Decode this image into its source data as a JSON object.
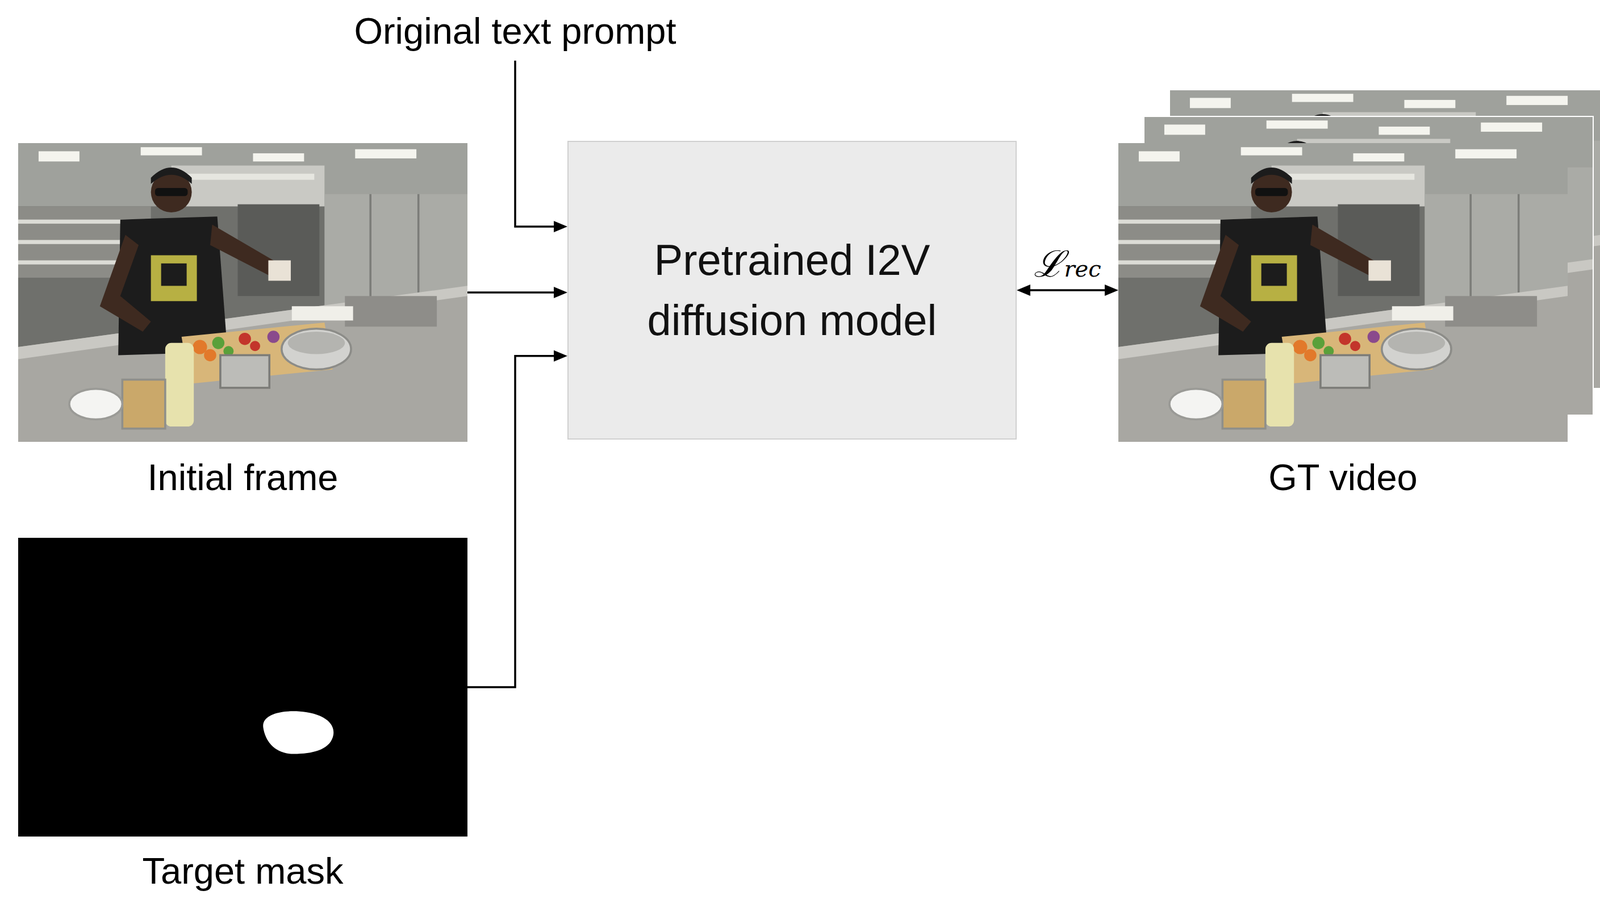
{
  "diagram": {
    "nodes": [
      {
        "text": [
          "Original text prompt"
        ]
      },
      {
        "text": [
          "Initial frame"
        ]
      },
      {
        "text": [
          "Target mask"
        ]
      },
      {
        "text": [
          "Pretrained I2V diffusion model"
        ]
      },
      {
        "text": [
          "GT video"
        ]
      }
    ],
    "edges": [
      {
        "from": 0,
        "to": 3,
        "arrow": "to"
      },
      {
        "from": 1,
        "to": 3,
        "arrow": "to"
      },
      {
        "from": 2,
        "to": 3,
        "arrow": "to"
      },
      {
        "from": 3,
        "to": 4,
        "label": "ℒrec",
        "arrow": "both"
      }
    ]
  }
}
